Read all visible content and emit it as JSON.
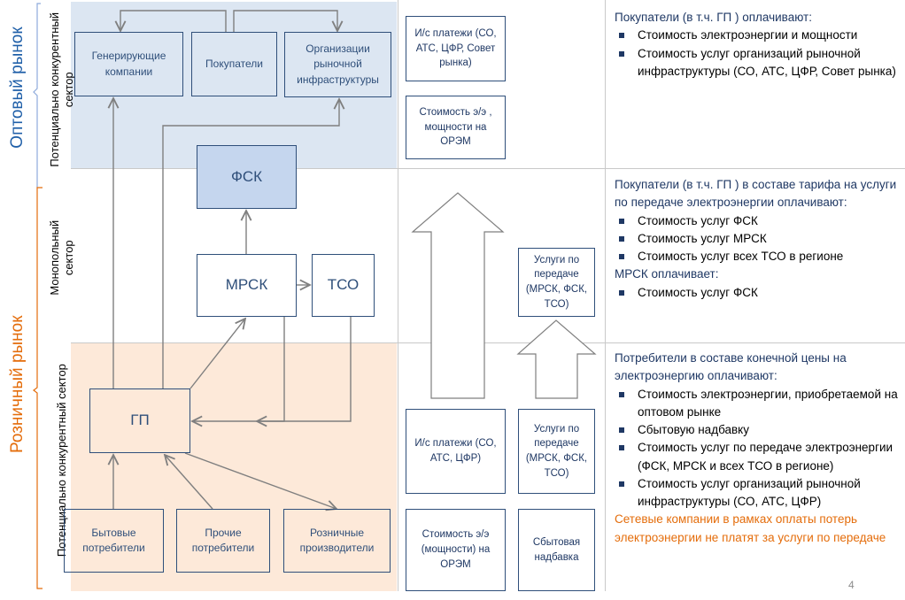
{
  "left_labels": {
    "wholesale": "Оптовый рынок",
    "retail": "Розничный рынок",
    "competitive_top": "Потенциально конкурентный сектор",
    "monopoly": "Монопольный сектор",
    "competitive_bottom": "Потенциально конкурентный сектор"
  },
  "boxes": {
    "gen": "Генерирующие компании",
    "buyers": "Покупатели",
    "org": "Организации рыночной инфраструктуры",
    "fsk": "ФСК",
    "mrsk": "МРСК",
    "tso": "ТСО",
    "gp": "ГП",
    "household": "Бытовые потребители",
    "other": "Прочие потребители",
    "retail_prod": "Розничные производители"
  },
  "middle": {
    "is_top": "И/с платежи (СО, АТС, ЦФР, Совет рынка)",
    "cost_top": "Стоимость э/э , мощности на ОРЭМ",
    "services_mid": "Услуги по передаче (МРСК, ФСК, ТСО)",
    "is_bottom": "И/с платежи (СО, АТС, ЦФР)",
    "services_bottom": "Услуги по передаче (МРСК, ФСК, ТСО)",
    "cost_bottom": "Стоимость э/э (мощности) на ОРЭМ",
    "markup": "Сбытовая надбавка"
  },
  "right": {
    "s1": {
      "head": "Покупатели (в т.ч. ГП ) оплачивают:",
      "items": [
        "Стоимость электроэнергии и мощности",
        "Стоимость услуг организаций рыночной инфраструктуры (СО, АТС, ЦФР, Совет рынка)"
      ]
    },
    "s2": {
      "head": "Покупатели (в т.ч. ГП ) в составе тарифа на услуги по передаче электроэнергии оплачивают:",
      "items": [
        "Стоимость услуг ФСК",
        "Стоимость услуг МРСК",
        "Стоимость услуг всех ТСО в регионе"
      ],
      "head2": "МРСК оплачивает:",
      "items2": [
        "Стоимость услуг ФСК"
      ]
    },
    "s3": {
      "head": "Потребители в составе конечной цены на электроэнергию оплачивают:",
      "items": [
        "Стоимость электроэнергии, приобретаемой на оптовом рынке",
        "Сбытовую надбавку",
        "Стоимость услуг по передаче электроэнергии (ФСК, МРСК и всех ТСО в регионе)",
        "Стоимость услуг организаций рыночной инфраструктуры (СО, АТС, ЦФР)"
      ],
      "note": "Сетевые компании в рамках оплаты потерь электроэнергии не платят за услуги по передаче"
    }
  },
  "page_number": "4",
  "colors": {
    "wholesale_bg": "#dce6f2",
    "retail_bg": "#fde9d9",
    "accent_orange": "#e46c0a",
    "navy": "#1f3864"
  }
}
